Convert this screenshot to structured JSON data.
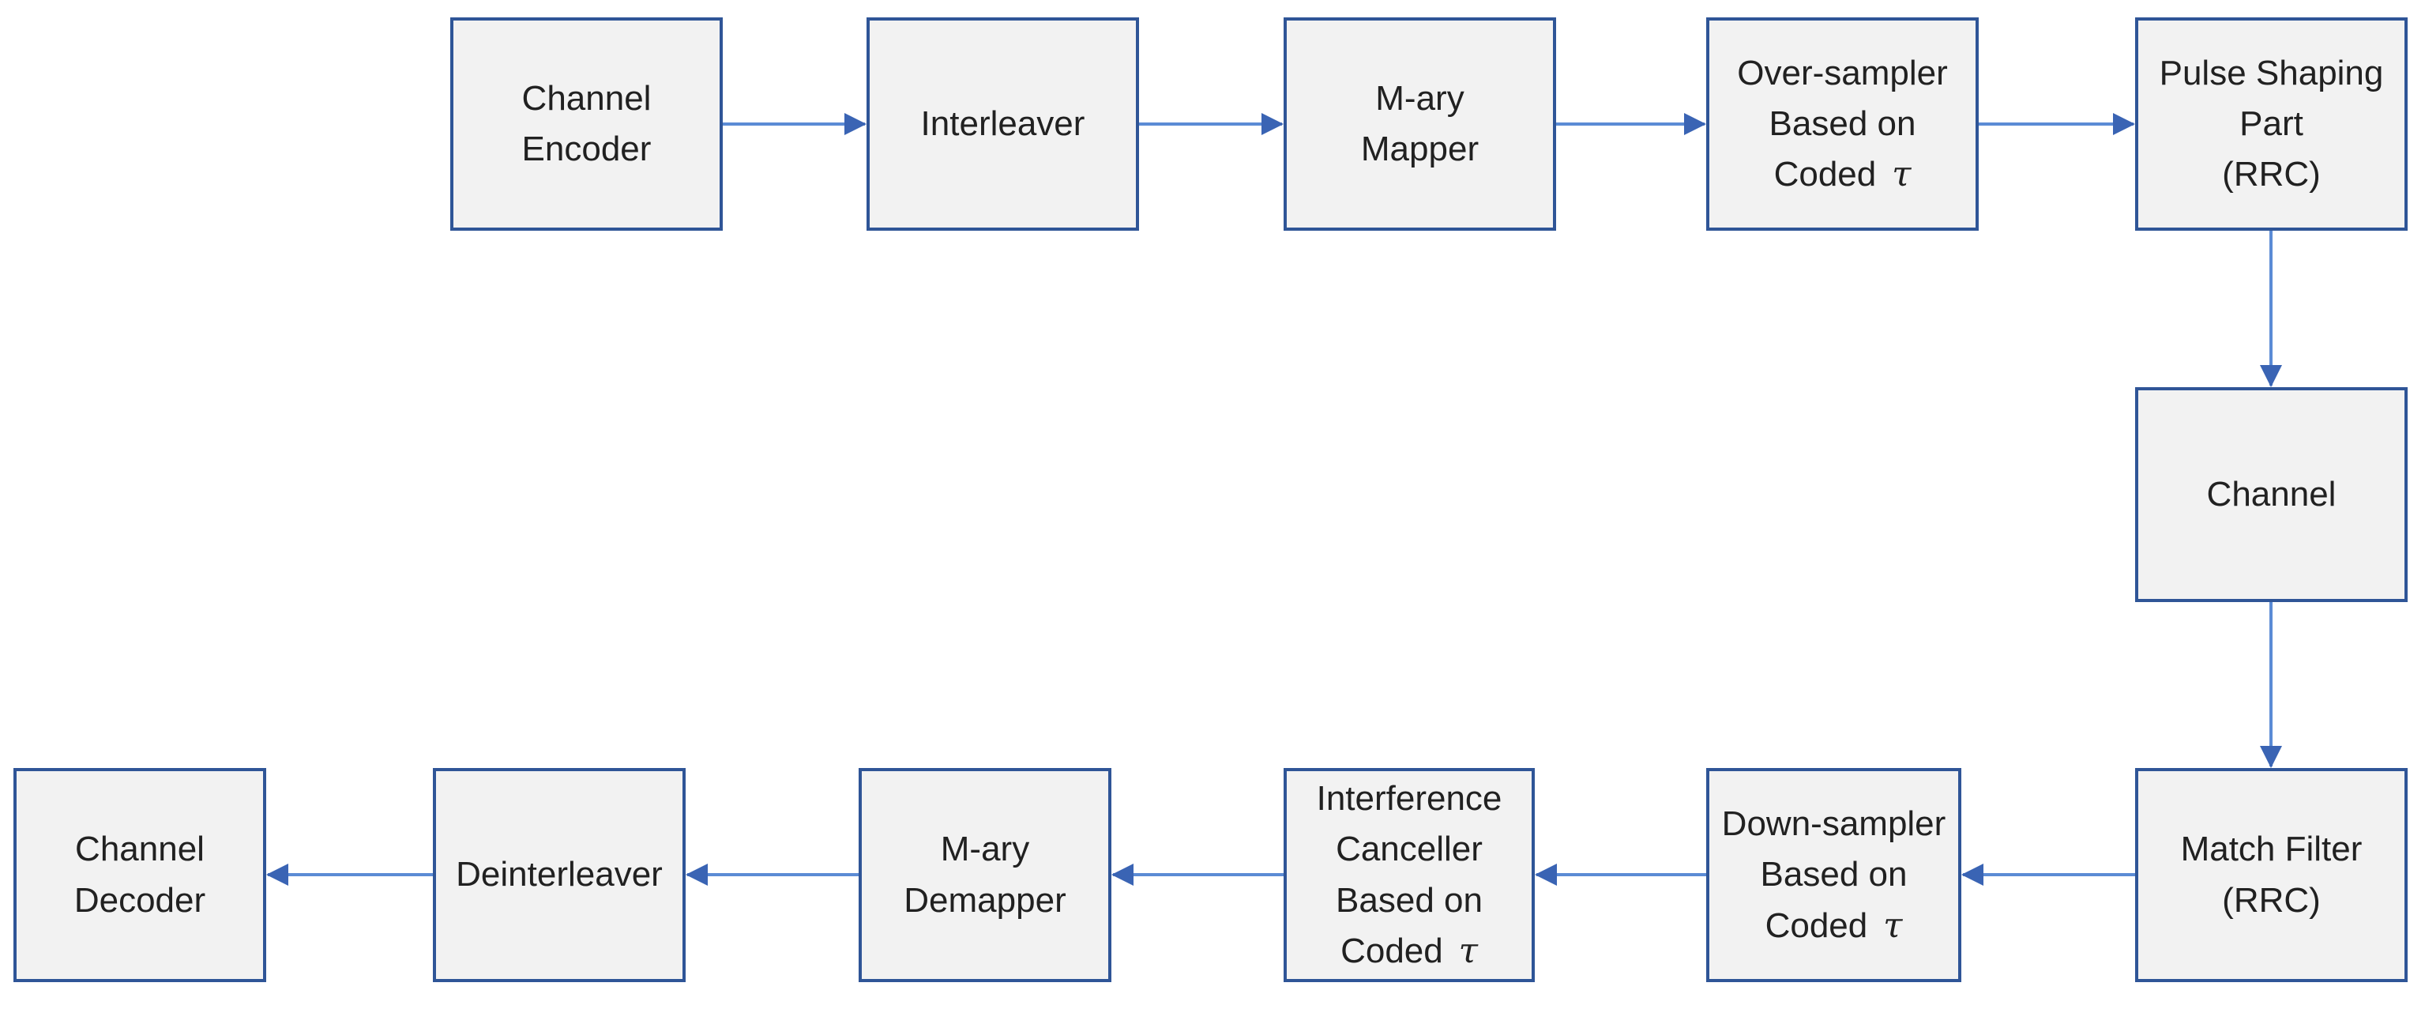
{
  "colors": {
    "background": "#ffffff",
    "box_fill": "#f2f2f2",
    "box_border": "#2f5597",
    "arrow_line": "#5b8bd5",
    "arrow_head": "#3a64b4",
    "text": "#212121"
  },
  "boxes": {
    "channel_encoder": {
      "line1": "Channel",
      "line2": "Encoder"
    },
    "interleaver": {
      "line1": "Interleaver"
    },
    "mary_mapper": {
      "line1": "M-ary",
      "line2": "Mapper"
    },
    "over_sampler": {
      "line1": "Over-sampler",
      "line2": "Based on",
      "line3_prefix": "Coded",
      "line3_tau": "τ"
    },
    "pulse_shaping": {
      "line1": "Pulse Shaping",
      "line2": "Part",
      "line3": "(RRC)"
    },
    "channel": {
      "line1": "Channel"
    },
    "match_filter": {
      "line1": "Match Filter",
      "line2": "(RRC)"
    },
    "down_sampler": {
      "line1": "Down-sampler",
      "line2": "Based on",
      "line3_prefix": "Coded",
      "line3_tau": "τ"
    },
    "interference_canceller": {
      "line1": "Interference",
      "line2": "Canceller",
      "line3": "Based on",
      "line4_prefix": "Coded",
      "line4_tau": "τ"
    },
    "mary_demapper": {
      "line1": "M-ary",
      "line2": "Demapper"
    },
    "deinterleaver": {
      "line1": "Deinterleaver"
    },
    "channel_decoder": {
      "line1": "Channel",
      "line2": "Decoder"
    }
  },
  "flow": [
    {
      "from": "Channel Encoder",
      "to": "Interleaver"
    },
    {
      "from": "Interleaver",
      "to": "M-ary Mapper"
    },
    {
      "from": "M-ary Mapper",
      "to": "Over-sampler Based on Coded τ"
    },
    {
      "from": "Over-sampler Based on Coded τ",
      "to": "Pulse Shaping Part (RRC)"
    },
    {
      "from": "Pulse Shaping Part (RRC)",
      "to": "Channel"
    },
    {
      "from": "Channel",
      "to": "Match Filter (RRC)"
    },
    {
      "from": "Match Filter (RRC)",
      "to": "Down-sampler Based on Coded τ"
    },
    {
      "from": "Down-sampler Based on Coded τ",
      "to": "Interference Canceller Based on Coded τ"
    },
    {
      "from": "Interference Canceller Based on Coded τ",
      "to": "M-ary Demapper"
    },
    {
      "from": "M-ary Demapper",
      "to": "Deinterleaver"
    },
    {
      "from": "Deinterleaver",
      "to": "Channel Decoder"
    }
  ]
}
